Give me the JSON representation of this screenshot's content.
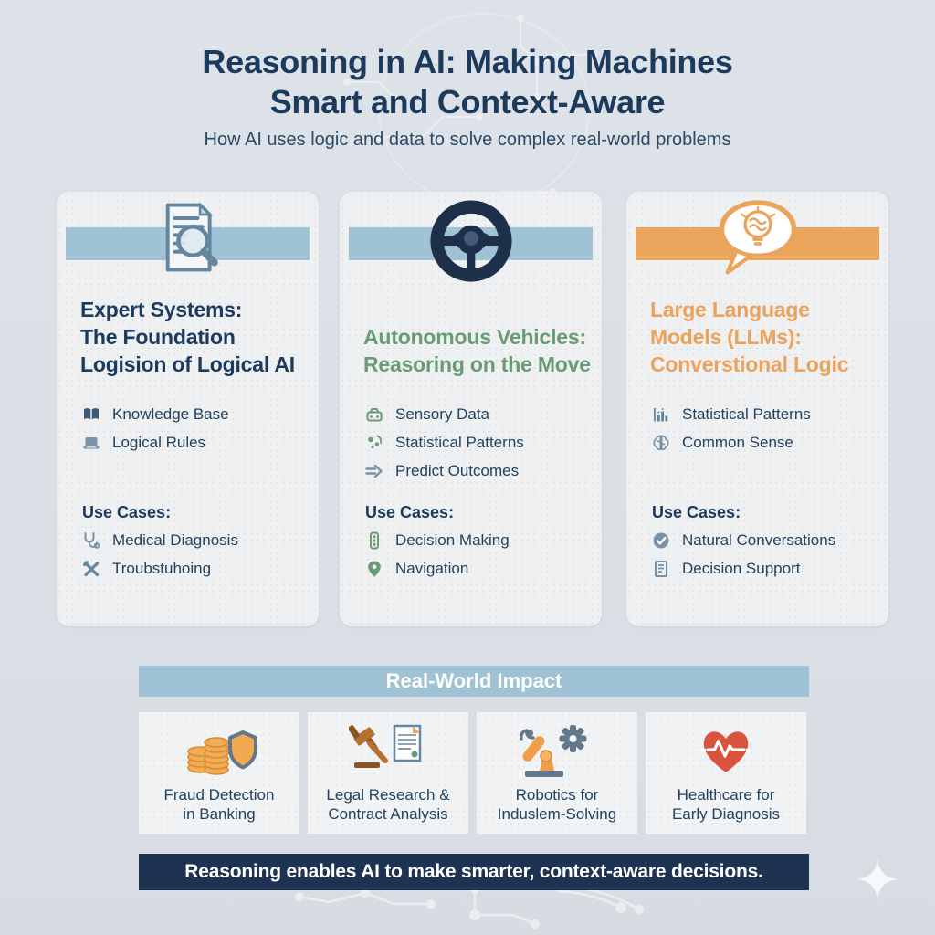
{
  "header": {
    "title_line1": "Reasoning in AI: Making Machines",
    "title_line2": "Smart and Context-Aware",
    "subtitle": "How AI uses logic and data to solve complex real-world problems"
  },
  "cards": [
    {
      "title_lines": [
        "Expert Systems:",
        "The Foundation",
        "Logision of Logical AI"
      ],
      "header_icon": "document-magnifier",
      "features": [
        {
          "icon": "open-book",
          "label": "Knowledge Base"
        },
        {
          "icon": "closed-book",
          "label": "Logical Rules"
        }
      ],
      "use_cases_label": "Use Cases:",
      "use_cases": [
        {
          "icon": "stethoscope",
          "label": "Medical Diagnosis"
        },
        {
          "icon": "crossed-tools",
          "label": "Troubstuhoing"
        }
      ]
    },
    {
      "title_lines": [
        "Autonomous Vehicles:",
        "Reasoring on the Move"
      ],
      "header_icon": "steering-wheel",
      "features": [
        {
          "icon": "car-sensor",
          "label": "Sensory Data"
        },
        {
          "icon": "scatter-dots",
          "label": "Statistical Patterns"
        },
        {
          "icon": "double-arrow",
          "label": "Predict Outcomes"
        }
      ],
      "use_cases_label": "Use Cases:",
      "use_cases": [
        {
          "icon": "traffic-light",
          "label": "Decision Making"
        },
        {
          "icon": "map-pin",
          "label": "Navigation"
        }
      ]
    },
    {
      "title_lines": [
        "Large Language",
        "Models (LLMs):",
        "Converstional Logic"
      ],
      "header_icon": "speech-bubble-lightbulb",
      "features": [
        {
          "icon": "bar-chart",
          "label": "Statistical Patterns"
        },
        {
          "icon": "brain",
          "label": "Common Sense"
        }
      ],
      "use_cases_label": "Use Cases:",
      "use_cases": [
        {
          "icon": "check-circle",
          "label": "Natural Conversations"
        },
        {
          "icon": "document-lines",
          "label": "Decision Support"
        }
      ]
    }
  ],
  "impact": {
    "header": "Real-World Impact",
    "items": [
      {
        "icon": "coins-shield",
        "line1": "Fraud Detection",
        "line2": "in Banking"
      },
      {
        "icon": "gavel-document",
        "line1": "Legal Research &",
        "line2": "Contract Analysis"
      },
      {
        "icon": "robot-arm-gear",
        "line1": "Robotics for",
        "line2": "Induslem-Solving"
      },
      {
        "icon": "heart-ecg",
        "line1": "Healthcare for",
        "line2": "Early Diagnosis"
      }
    ]
  },
  "footer": {
    "banner": "Reasoning enables AI to make smarter, context-aware decisions."
  },
  "colors": {
    "background": "#dde2e8",
    "card_background": "#eef0f2",
    "strip_blue": "#9fc3d4",
    "strip_orange": "#eba45c",
    "title_navy": "#1c3a5c",
    "card2_green": "#6b9b74",
    "card3_orange": "#eca25b",
    "footer_navy": "#1e3352",
    "heart_red": "#d9533f",
    "coin_orange": "#f2ac55",
    "icon_bluegray": "#64869e"
  }
}
